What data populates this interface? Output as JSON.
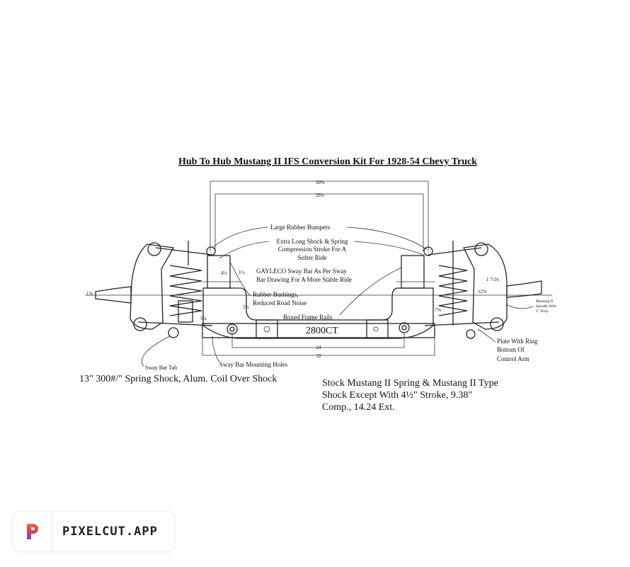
{
  "diagram": {
    "title": "Hub To Hub Mustang II IFS Conversion Kit For 1928-54 Chevy Truck",
    "model_label": "2800CT",
    "callouts": {
      "bumpers": "Large Rubber Bumpers",
      "shock_line1": "Extra Long Shock & Spring",
      "shock_line2": "Compression Stroke For A",
      "shock_line3": "Softer Ride",
      "sway_line1": "GAYLECO Sway Bar As Per Sway",
      "sway_line2": "Bar Drawing For A More Stable Ride",
      "bushings_line1": "Rubber Bushings,",
      "bushings_line2": "Reduced Road Noise",
      "frame_rails": "Boxed Frame Rails",
      "spindle_line1": "Mustang II",
      "spindle_line2": "Spindle With",
      "spindle_line3": "2\" Drop",
      "plate_line1": "Plate With Ring",
      "plate_line2": "Bottom Of",
      "plate_line3": "Control Arm",
      "sway_tab": "Sway Bar Tab",
      "mount_holes": "Sway Bar Mounting Holes"
    },
    "dimensions": {
      "top_outer": "30⅝",
      "top_inner": "28¾",
      "bottom_inner": "24",
      "bottom_outer": "32",
      "bracket_height": "4½",
      "tab_height": "1½",
      "bushing_height": "5½",
      "left_side": "5¼",
      "right_side": "7⅝",
      "right_spring": "12⅞",
      "right_top": "1 7/16",
      "left_spindle": "1⅞"
    },
    "notes": {
      "left": "13\" 300#/\" Spring Shock, Alum. Coil Over Shock",
      "right_line1": "Stock Mustang II Spring & Mustang II Type",
      "right_line2": "Shock Except With 4½\" Stroke, 9.38\"",
      "right_line3": "Comp., 14.24 Ext."
    }
  },
  "watermark": {
    "text": "PIXELCUT.APP",
    "logo_colors": [
      "#f26a2e",
      "#e8365d",
      "#4a5cf0"
    ]
  }
}
